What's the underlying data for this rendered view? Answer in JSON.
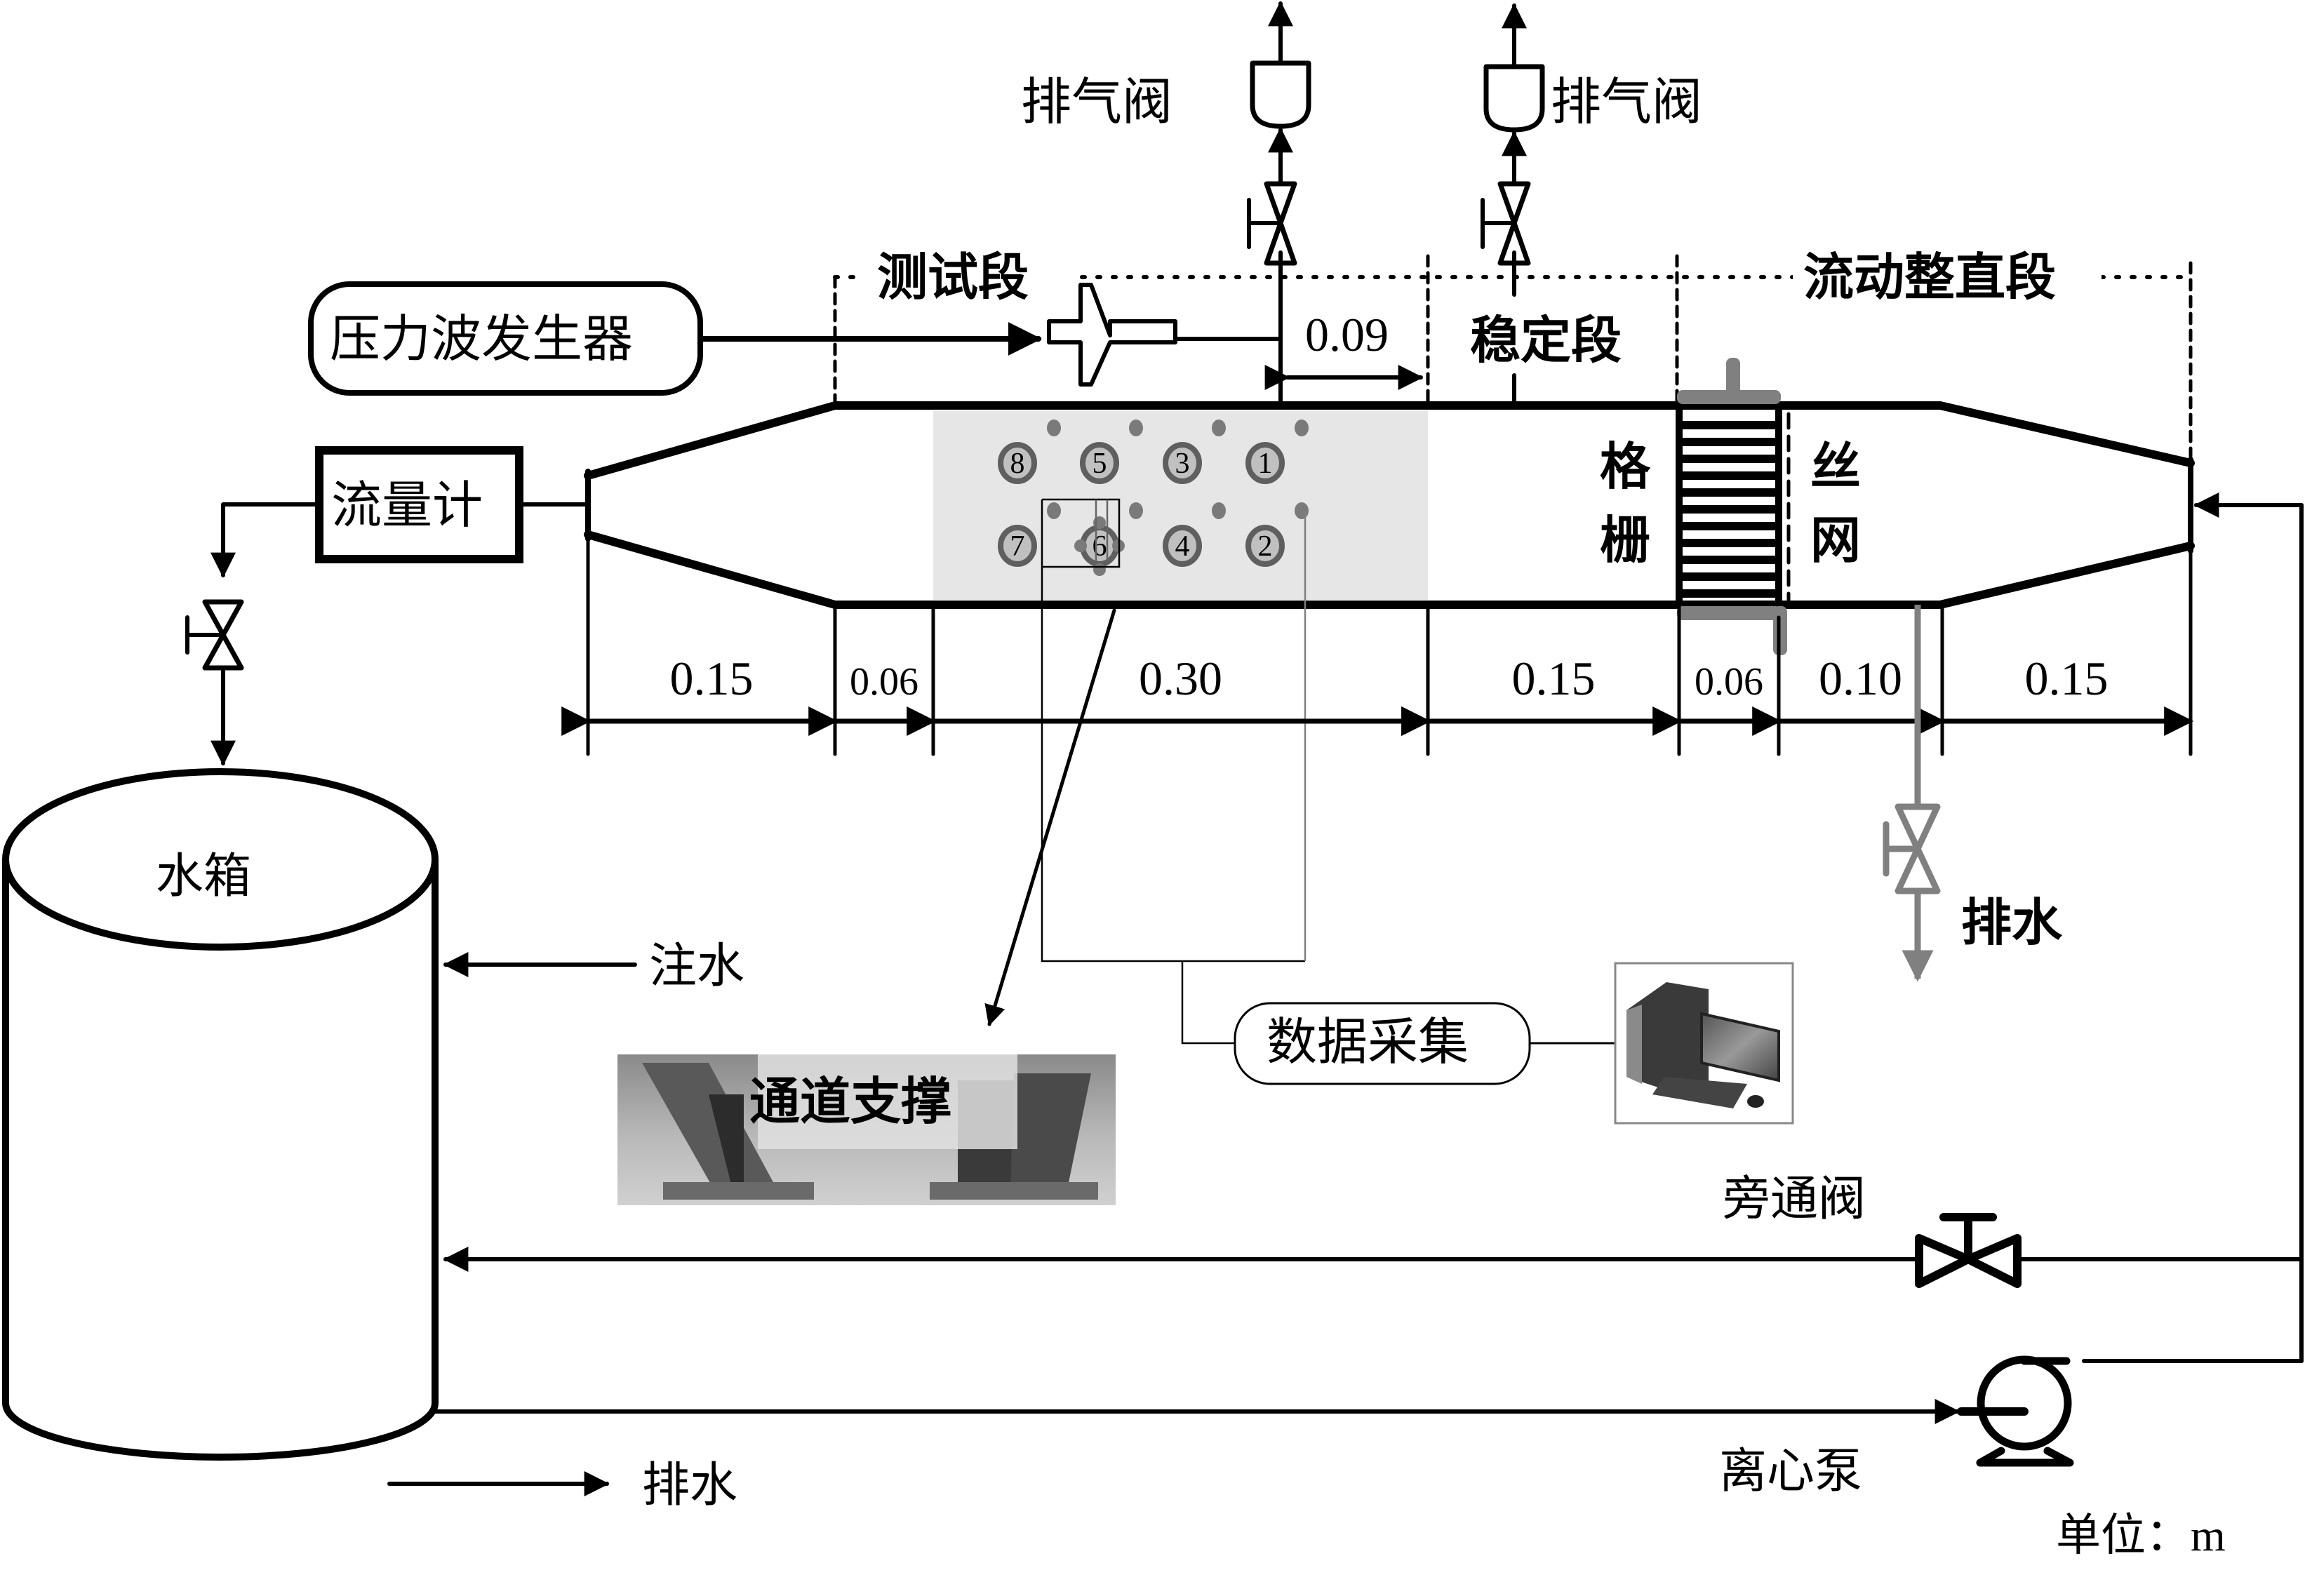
{
  "labels": {
    "vent_valve_left": "排气阀",
    "vent_valve_right": "排气阀",
    "test_section": "测试段",
    "stabilization_section": "稳定段",
    "flow_straightening_section": "流动整直段",
    "pressure_wave_generator": "压力波发生器",
    "flow_meter": "流量计",
    "grid": "格栅",
    "grid_char1": "格",
    "grid_char2": "栅",
    "wire_mesh_char1": "丝",
    "wire_mesh_char2": "网",
    "water_tank": "水箱",
    "water_inlet": "注水",
    "drain_tank": "排水",
    "drain_pipe": "排水",
    "channel_support": "通道支撑",
    "data_acquisition": "数据采集",
    "bypass_valve": "旁通阀",
    "centrifugal_pump": "离心泵",
    "unit": "单位：m"
  },
  "dimensions": {
    "generator_offset": "0.09",
    "segments": [
      "0.15",
      "0.06",
      "0.30",
      "0.15",
      "0.06",
      "0.10",
      "0.15"
    ]
  },
  "sensors": {
    "top_row": [
      "8",
      "5",
      "3",
      "1"
    ],
    "bottom_row": [
      "7",
      "6",
      "4",
      "2"
    ]
  },
  "colors": {
    "line": "#000000",
    "test_area": "#e6e6e6",
    "sensor_ring": "#5f5f5f",
    "sensor_fill": "#c0c0c0",
    "drain_gray": "#808080"
  }
}
